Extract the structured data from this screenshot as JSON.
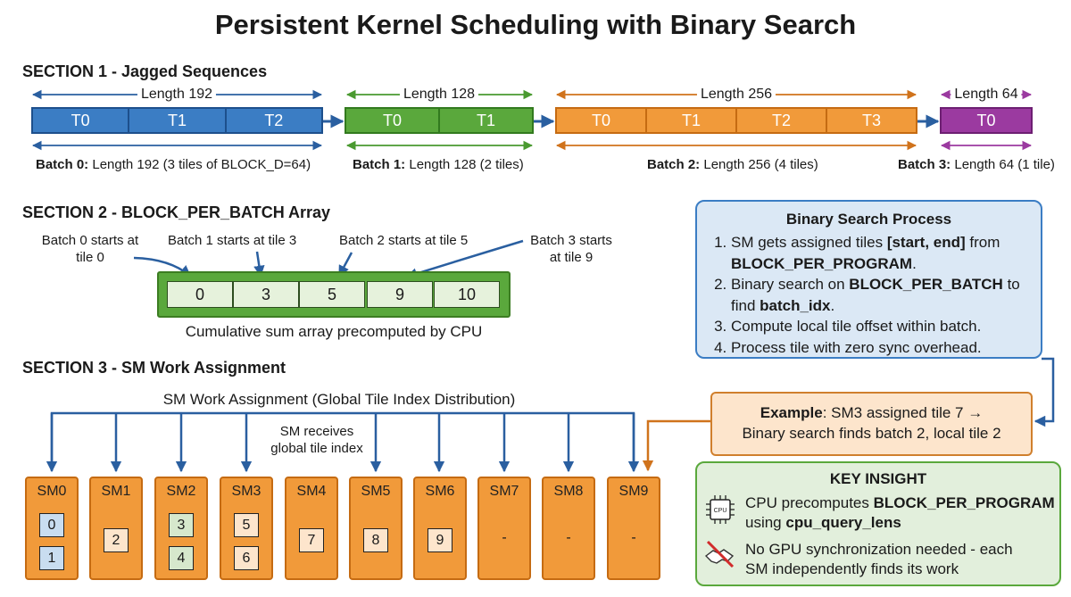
{
  "title": "Persistent Kernel Scheduling with Binary Search",
  "section1": {
    "heading": "SECTION 1 - Jagged Sequences",
    "batches": [
      {
        "length_label": "Length 192",
        "tiles": [
          "T0",
          "T1",
          "T2"
        ],
        "caption_bold": "Batch 0:",
        "caption_rest": " Length 192 (3 tiles of BLOCK_D=64)"
      },
      {
        "length_label": "Length 128",
        "tiles": [
          "T0",
          "T1"
        ],
        "caption_bold": "Batch 1:",
        "caption_rest": " Length 128 (2 tiles)"
      },
      {
        "length_label": "Length 256",
        "tiles": [
          "T0",
          "T1",
          "T2",
          "T3"
        ],
        "caption_bold": "Batch 2:",
        "caption_rest": " Length 256 (4 tiles)"
      },
      {
        "length_label": "Length 64",
        "tiles": [
          "T0"
        ],
        "caption_bold": "Batch 3:",
        "caption_rest": " Length 64 (1 tile)"
      }
    ]
  },
  "section2": {
    "heading": "SECTION 2 - BLOCK_PER_BATCH Array",
    "starts": [
      "Batch 0 starts at tile 0",
      "Batch 1 starts at tile 3",
      "Batch 2 starts at tile 5",
      "Batch 3 starts at tile 9"
    ],
    "array": [
      "0",
      "3",
      "5",
      "9",
      "10"
    ],
    "caption": "Cumulative sum array precomputed by CPU"
  },
  "section3": {
    "heading": "SECTION 3 - SM Work Assignment",
    "dist_label": "SM Work Assignment (Global Tile Index Distribution)",
    "receives_label": "SM receives global tile index",
    "sms": [
      {
        "name": "SM0",
        "tiles": [
          "0",
          "1"
        ]
      },
      {
        "name": "SM1",
        "tiles": [
          "2"
        ]
      },
      {
        "name": "SM2",
        "tiles": [
          "3",
          "4"
        ]
      },
      {
        "name": "SM3",
        "tiles": [
          "5",
          "6"
        ]
      },
      {
        "name": "SM4",
        "tiles": [
          "7"
        ]
      },
      {
        "name": "SM5",
        "tiles": [
          "8"
        ]
      },
      {
        "name": "SM6",
        "tiles": [
          "9"
        ]
      },
      {
        "name": "SM7",
        "tiles": [
          "-"
        ]
      },
      {
        "name": "SM8",
        "tiles": [
          "-"
        ]
      },
      {
        "name": "SM9",
        "tiles": [
          "-"
        ]
      }
    ]
  },
  "binary_search": {
    "title": "Binary Search Process",
    "step1_a": "SM gets assigned tiles ",
    "step1_b": "[start, end]",
    "step1_c": " from ",
    "step1_d": "BLOCK_PER_PROGRAM",
    "step1_e": ".",
    "step2_a": "Binary search on ",
    "step2_b": "BLOCK_PER_BATCH",
    "step2_c": " to find ",
    "step2_d": "batch_idx",
    "step2_e": ".",
    "step3": "Compute local tile offset within batch.",
    "step4": "Process tile with zero sync overhead."
  },
  "example": {
    "bold": "Example",
    "line1_rest": ": SM3 assigned tile 7 →",
    "line2": "Binary search finds batch 2, local tile 2"
  },
  "key_insight": {
    "title": "KEY INSIGHT",
    "l1_a": "CPU precomputes ",
    "l1_b": "BLOCK_PER_PROGRAM",
    "l1_c": "using ",
    "l1_d": "cpu_query_lens",
    "l2_a": "No GPU synchronization needed - each",
    "l2_b": "SM independently finds its work",
    "cpu_chip_text": "CPU"
  },
  "colors": {
    "blue": "#3b7dc4",
    "green": "#5aa83c",
    "orange": "#f19a3a",
    "purple": "#9b3aa0"
  }
}
